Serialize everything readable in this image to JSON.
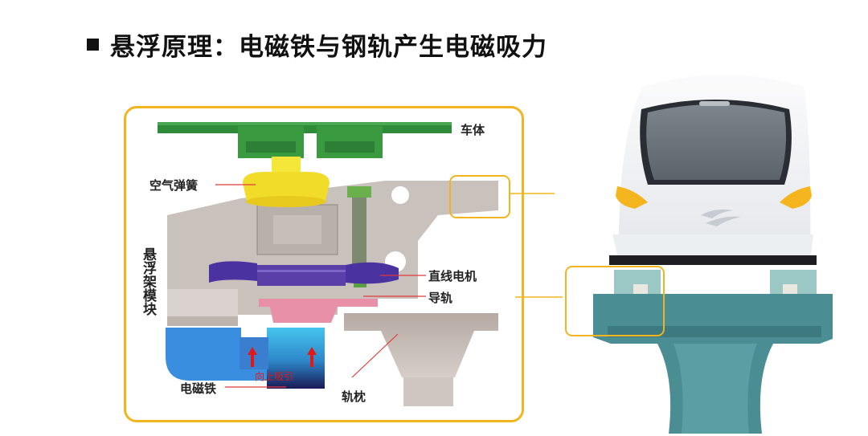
{
  "title": "悬浮原理：电磁铁与钢轨产生电磁吸力",
  "labels": {
    "car_body": "车体",
    "air_spring": "空气弹簧",
    "linear_motor": "直线电机",
    "guide_rail": "导轨",
    "suspension_module": "悬浮架模块",
    "electromagnet": "电磁铁",
    "upward_attraction": "向上吸引",
    "sleeper": "轨枕"
  },
  "colors": {
    "frame_border": "#f2b51f",
    "car_body": "#2f8a3a",
    "air_spring": "#f2dc2a",
    "linear_motor": "#5a3fa8",
    "guide_rail": "#e890a8",
    "electromagnet": "#3ab0e0",
    "bogie": "#c9c1bc",
    "train_teal": "#4a8e93",
    "arrow_red": "#e01818"
  }
}
